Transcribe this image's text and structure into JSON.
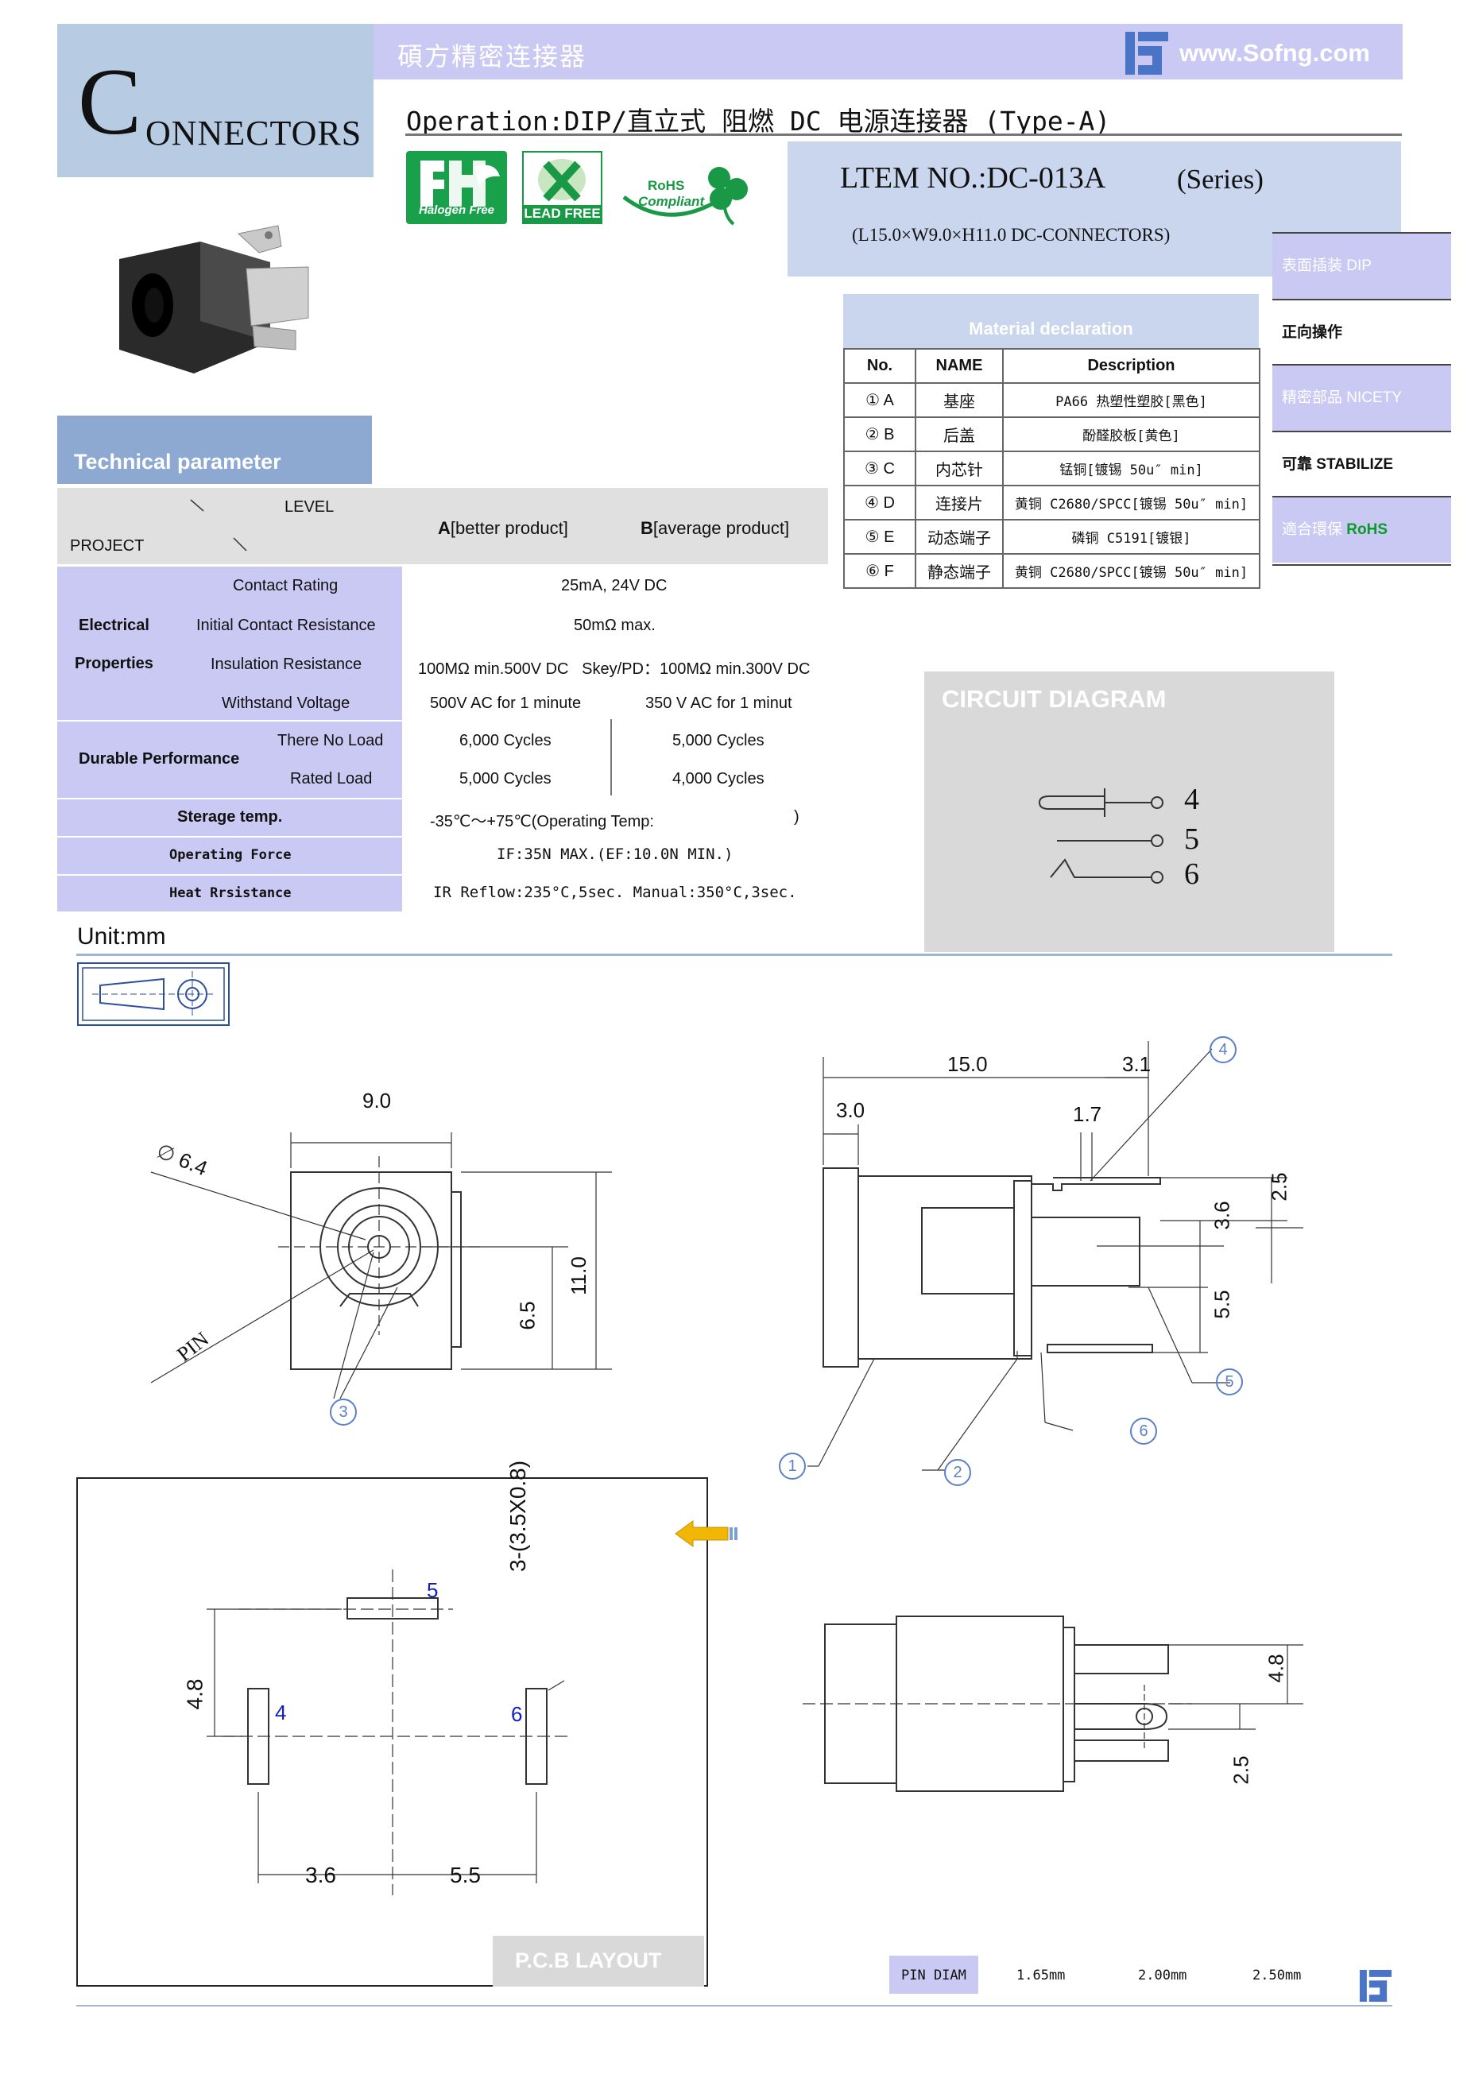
{
  "header": {
    "logo_initial": "C",
    "logo_rest": "ONNECTORS",
    "brand_cn": "碩方精密连接器",
    "website": "www.Sofng.com",
    "operation_title": "Operation:DIP/直立式  阻燃  DC 电源连接器 (Type-A)",
    "item_no": "LTEM NO.:DC-013A",
    "series": "(Series)",
    "dimensions": "(L15.0×W9.0×H11.0   DC-CONNECTORS)"
  },
  "badges": {
    "halogen_free": "Halogen Free",
    "lead_free": "LEAD FREE",
    "rohs_line1": "RoHS",
    "rohs_line2": "Compliant"
  },
  "features": [
    {
      "label": "表面插装 DIP"
    },
    {
      "label": "正向操作"
    },
    {
      "label": "精密部品 NICETY"
    },
    {
      "label": "可靠 STABILIZE"
    },
    {
      "label_a": "適合環保 ",
      "label_b": "RoHS"
    }
  ],
  "material": {
    "title": "Material declaration",
    "headers": [
      "No.",
      "NAME",
      "Description"
    ],
    "rows": [
      {
        "no": "① A",
        "name": "基座",
        "desc": "PA66 热塑性塑胶[黑色]"
      },
      {
        "no": "② B",
        "name": "后盖",
        "desc": "酚醛胶板[黄色]"
      },
      {
        "no": "③ C",
        "name": "内芯针",
        "desc": "锰铜[镀锡 50u″ min]"
      },
      {
        "no": "④ D",
        "name": "连接片",
        "desc": "黄铜 C2680/SPCC[镀锡 50u″ min]"
      },
      {
        "no": "⑤ E",
        "name": "动态端子",
        "desc": "磷铜 C5191[镀银]"
      },
      {
        "no": "⑥ F",
        "name": "静态端子",
        "desc": "黄铜 C2680/SPCC[镀锡 50u″ min]"
      }
    ]
  },
  "tech": {
    "title": "Technical parameter",
    "level": "LEVEL",
    "project": "PROJECT",
    "col_a_bold": "A",
    "col_a_rest": "[better product]",
    "col_b_bold": "B",
    "col_b_rest": "[average product]",
    "electrical": "Electrical",
    "properties": "Properties",
    "contact_rating": "Contact Rating",
    "contact_rating_val": "25mA, 24V DC",
    "initial_resistance": "Initial Contact Resistance",
    "initial_resistance_val": "50mΩ max.",
    "insulation": "Insulation Resistance",
    "insulation_val": "100MΩ min.500V DC   Skey/PD：100MΩ min.300V DC",
    "withstand": "Withstand Voltage",
    "withstand_a": "500V AC for 1 minute",
    "withstand_b": "350 V AC for 1 minut",
    "durable": "Durable Performance",
    "no_load": "There No Load",
    "no_load_a": "6,000 Cycles",
    "no_load_b": "5,000 Cycles",
    "rated_load": "Rated Load",
    "rated_load_a": "5,000 Cycles",
    "rated_load_b": "4,000 Cycles",
    "storage": "Sterage temp.",
    "storage_val": "-35℃～+75℃(Operating Temp:",
    "storage_close": ")",
    "operating_force": "Operating Force",
    "operating_force_val": "IF:35N MAX.(EF:10.0N MIN.)",
    "heat": "Heat Rrsistance",
    "heat_val": "IR Reflow:235°C,5sec.  Manual:350°C,3sec."
  },
  "circuit": {
    "title": "CIRCUIT DIAGRAM",
    "pins": [
      "4",
      "5",
      "6"
    ]
  },
  "unit": "Unit:mm",
  "front_view": {
    "width": "9.0",
    "diameter": "6.4",
    "pin": "PIN",
    "h1": "6.5",
    "h2": "11.0",
    "callout": "3"
  },
  "side_view": {
    "length": "15.0",
    "d1": "3.1",
    "d2": "3.0",
    "d3": "1.7",
    "d4": "2.5",
    "d5": "3.6",
    "d6": "5.5",
    "callouts": [
      "1",
      "2",
      "4",
      "5",
      "6"
    ]
  },
  "pcb": {
    "label": "P.C.B LAYOUT",
    "hole_spec": "3-(3.5X0.8)",
    "pin4": "4",
    "pin5": "5",
    "pin6": "6",
    "dim_v": "4.8",
    "dim_h1": "3.6",
    "dim_h2": "5.5"
  },
  "bottom_view": {
    "dim1": "4.8",
    "dim2": "2.5"
  },
  "pin_diam": {
    "label": "PIN DIAM",
    "values": [
      "1.65mm",
      "2.00mm",
      "2.50mm"
    ]
  },
  "colors": {
    "lavender": "#c9c9f3",
    "light_blue": "#c9d6ee",
    "steel_blue": "#8ea9d1",
    "green": "#19a04a",
    "callout_blue": "#5b7fc8",
    "pin_blue": "#1020c0"
  }
}
